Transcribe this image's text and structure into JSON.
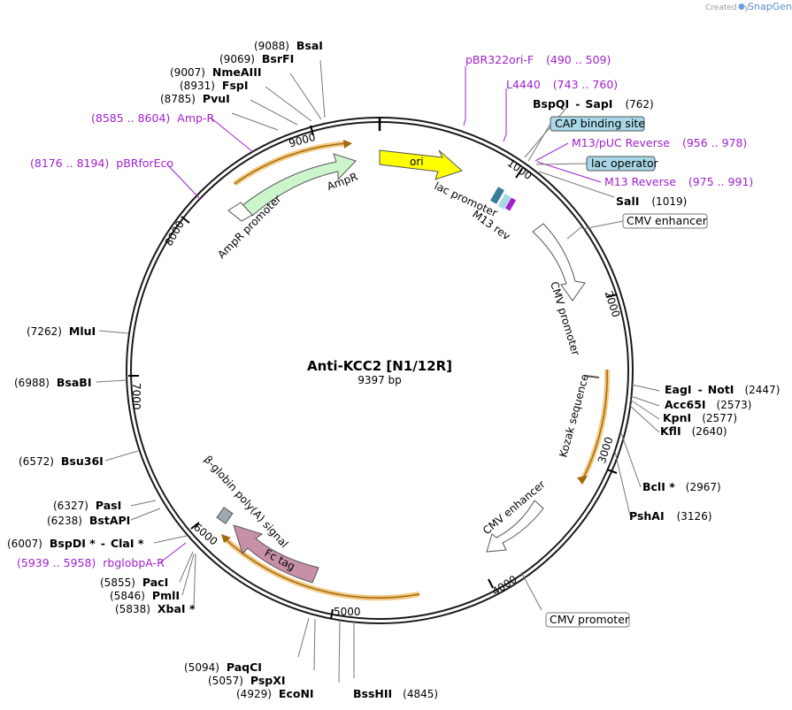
{
  "branding": {
    "created_by": "Created by",
    "app": "SnapGene"
  },
  "plasmid": {
    "name": "Anti-KCC2 [N1/12R]",
    "size": "9397 bp"
  },
  "ticks": [
    "1000",
    "2000",
    "3000",
    "4000",
    "5000",
    "6000",
    "7000",
    "8000",
    "9000"
  ],
  "sites": [
    {
      "pos": "(9088)",
      "name": "BsaI"
    },
    {
      "pos": "(9069)",
      "name": "BsrFI"
    },
    {
      "pos": "(9007)",
      "name": "NmeAIII"
    },
    {
      "pos": "(8931)",
      "name": "FspI"
    },
    {
      "pos": "(8785)",
      "name": "PvuI"
    },
    {
      "pos": "(762)",
      "name": "BspQI",
      "name2": "SapI"
    },
    {
      "pos": "(1019)",
      "name": "SalI"
    },
    {
      "pos": "(2447)",
      "name": "EagI",
      "name2": "NotI"
    },
    {
      "pos": "(2573)",
      "name": "Acc65I"
    },
    {
      "pos": "(2577)",
      "name": "KpnI"
    },
    {
      "pos": "(2640)",
      "name": "KflI"
    },
    {
      "pos": "(2967)",
      "name": "BclI *"
    },
    {
      "pos": "(3126)",
      "name": "PshAI"
    },
    {
      "pos": "(4845)",
      "name": "BssHII"
    },
    {
      "pos": "(4929)",
      "name": "EcoNI"
    },
    {
      "pos": "(5057)",
      "name": "PspXI"
    },
    {
      "pos": "(5094)",
      "name": "PaqCI"
    },
    {
      "pos": "(5838)",
      "name": "XbaI *"
    },
    {
      "pos": "(5846)",
      "name": "PmlI"
    },
    {
      "pos": "(5855)",
      "name": "PacI"
    },
    {
      "pos": "(6007)",
      "name": "BspDI *",
      "name2": "ClaI *"
    },
    {
      "pos": "(6238)",
      "name": "BstAPI"
    },
    {
      "pos": "(6327)",
      "name": "PasI"
    },
    {
      "pos": "(6572)",
      "name": "Bsu36I"
    },
    {
      "pos": "(6988)",
      "name": "BsaBI"
    },
    {
      "pos": "(7262)",
      "name": "MluI"
    }
  ],
  "primers": [
    {
      "name": "pBR322ori-F",
      "range": "(490 .. 509)"
    },
    {
      "name": "L4440",
      "range": "(743 .. 760)"
    },
    {
      "name": "M13/pUC Reverse",
      "range": "(956 .. 978)"
    },
    {
      "name": "M13 Reverse",
      "range": "(975 .. 991)"
    },
    {
      "name": "Amp-R",
      "range": "(8585 .. 8604)"
    },
    {
      "name": "pBRforEco",
      "range": "(8176 .. 8194)"
    },
    {
      "name": "rbglobpA-R",
      "range": "(5939 .. 5958)"
    }
  ],
  "boxed_features": [
    {
      "label": "CAP binding site",
      "color": "#a8d8e8"
    },
    {
      "label": "lac operator",
      "color": "#a8d8e8"
    },
    {
      "label": "CMV enhancer",
      "color": "#ffffff"
    },
    {
      "label": "CMV promoter",
      "color": "#ffffff"
    }
  ],
  "features": {
    "ori": {
      "label": "ori",
      "color": "#ffff00"
    },
    "ampr": {
      "label": "AmpR",
      "color": "#ccf5cc"
    },
    "ampr_promoter": {
      "label": "AmpR promoter"
    },
    "lac_promoter": {
      "label": "lac promoter"
    },
    "m13_rev": {
      "label": "M13 rev"
    },
    "cmv_promoter": {
      "label": "CMV promoter"
    },
    "kozak": {
      "label": "Kozak sequence"
    },
    "cmv_enhancer": {
      "label": "CMV enhancer"
    },
    "fc_tag": {
      "label": "Fc tag",
      "color": "#c890a8"
    },
    "bglobin": {
      "label": "β-globin poly(A) signal"
    }
  },
  "colors": {
    "backbone": "#1a1a1a",
    "orf_orange": "#e8a030",
    "primer_purple": "#a020d0"
  }
}
